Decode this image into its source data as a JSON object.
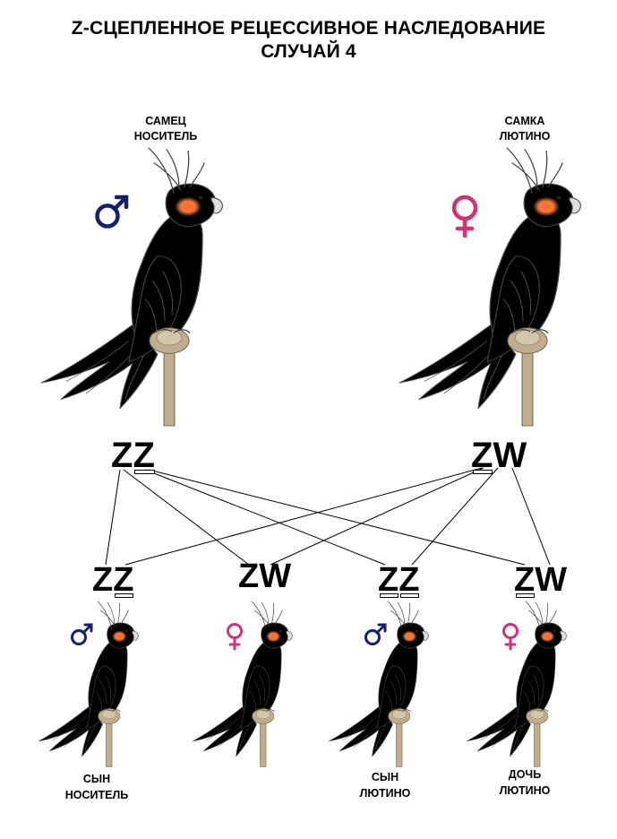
{
  "title": {
    "line1": "Z-СЦЕПЛЕННОЕ РЕЦЕССИВНОЕ НАСЛЕДОВАНИЕ",
    "line2": "СЛУЧАЙ 4"
  },
  "parents": {
    "father": {
      "label1": "САМЕЦ",
      "label2": "НОСИТЕЛЬ",
      "genotype_a": "Z",
      "genotype_b": "Z",
      "sex": "male",
      "color": "grey"
    },
    "mother": {
      "label1": "САМКА",
      "label2": "ЛЮТИНО",
      "genotype_a": "Z",
      "genotype_b": "W",
      "sex": "female",
      "color": "lutino"
    }
  },
  "children": [
    {
      "genotype_a": "Z",
      "genotype_b": "Z",
      "sex": "male",
      "color": "grey",
      "label1": "СЫН",
      "label2": "НОСИТЕЛЬ"
    },
    {
      "genotype_a": "Z",
      "genotype_b": "W",
      "sex": "female",
      "color": "grey",
      "label1": "",
      "label2": ""
    },
    {
      "genotype_a": "Z",
      "genotype_b": "Z",
      "sex": "male",
      "color": "lutino",
      "label1": "СЫН",
      "label2": "ЛЮТИНО"
    },
    {
      "genotype_a": "Z",
      "genotype_b": "W",
      "sex": "female",
      "color": "lutino",
      "label1": "ДОЧЬ",
      "label2": "ЛЮТИНО"
    }
  ],
  "colors": {
    "male_symbol": "#16206a",
    "female_symbol": "#d23274",
    "grey_body": "#a8a8a8",
    "grey_dark": "#8a8a8a",
    "lutino_body": "#ffffff",
    "cheek": "#f77a3c",
    "perch": "#bfae8e",
    "line": "#000000"
  }
}
